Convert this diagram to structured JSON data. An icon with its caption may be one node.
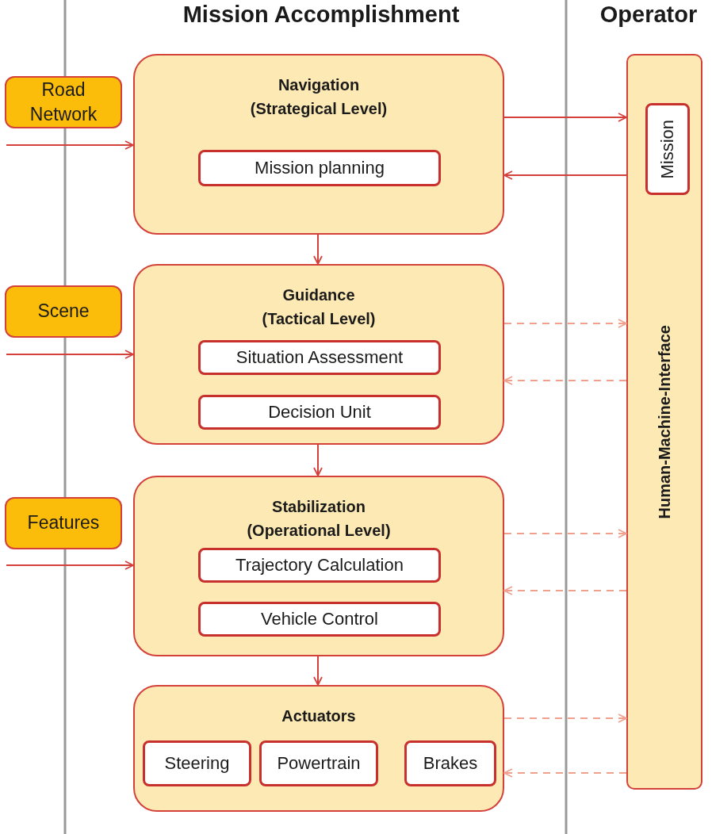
{
  "diagram": {
    "nodes": [
      {
        "text": [
          "Road Network"
        ]
      },
      {
        "text": [
          "Scene"
        ]
      },
      {
        "text": [
          "Features"
        ]
      },
      {
        "text": [
          "Navigation (Strategical Level)"
        ]
      },
      {
        "text": [
          "Mission planning"
        ],
        "in": 3
      },
      {
        "text": [
          "Guidance (Tactical Level)"
        ]
      },
      {
        "text": [
          "Situation Assessment"
        ],
        "in": 5
      },
      {
        "text": [
          "Decision Unit"
        ],
        "in": 5
      },
      {
        "text": [
          "Stabilization (Operational Level)"
        ]
      },
      {
        "text": [
          "Trajectory Calculation"
        ],
        "in": 8
      },
      {
        "text": [
          "Vehicle Control"
        ],
        "in": 8
      },
      {
        "text": [
          "Actuators"
        ]
      },
      {
        "text": [
          "Steering"
        ],
        "in": 11
      },
      {
        "text": [
          "Powertrain"
        ],
        "in": 11
      },
      {
        "text": [
          "Brakes"
        ],
        "in": 11
      },
      {
        "text": [
          "Human-Machine-Interface"
        ]
      },
      {
        "text": [
          "Mission"
        ],
        "in": 15
      }
    ],
    "edges": [
      {
        "from": null,
        "to": 3,
        "arrow": "to"
      },
      {
        "from": null,
        "to": 5,
        "arrow": "to"
      },
      {
        "from": null,
        "to": 8,
        "arrow": "to"
      },
      {
        "from": 3,
        "to": 5,
        "arrow": "to"
      },
      {
        "from": 5,
        "to": 8,
        "arrow": "to"
      },
      {
        "from": 8,
        "to": 11,
        "arrow": "to"
      },
      {
        "from": 3,
        "to": 15,
        "arrow": "to"
      },
      {
        "from": 15,
        "to": 3,
        "arrow": "to"
      },
      {
        "from": 5,
        "to": 15,
        "arrow": "to",
        "style": "dashed",
        "color": "#f0a08c"
      },
      {
        "from": 15,
        "to": 5,
        "arrow": "to",
        "style": "dashed",
        "color": "#f0a08c"
      },
      {
        "from": 8,
        "to": 15,
        "arrow": "to",
        "style": "dashed",
        "color": "#f0a08c"
      },
      {
        "from": 15,
        "to": 8,
        "arrow": "to",
        "style": "dashed",
        "color": "#f0a08c"
      },
      {
        "from": 11,
        "to": 15,
        "arrow": "to",
        "style": "dashed",
        "color": "#f0a08c"
      },
      {
        "from": 15,
        "to": 11,
        "arrow": "to",
        "style": "dashed",
        "color": "#f0a08c"
      }
    ],
    "labels": [
      "Mission Accomplishment",
      "Operator"
    ]
  }
}
